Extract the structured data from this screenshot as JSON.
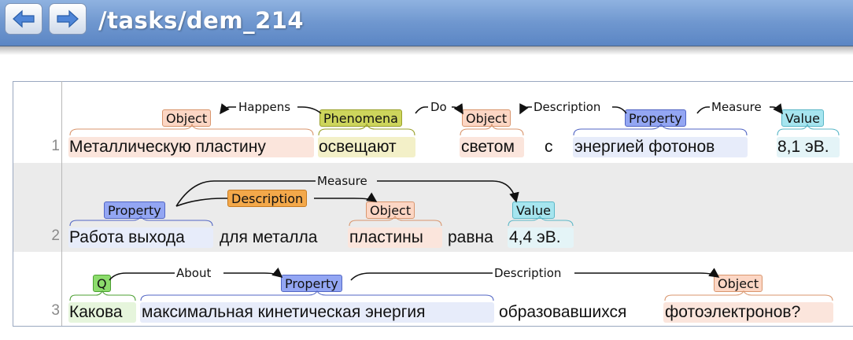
{
  "header": {
    "title": "/tasks/dem_214",
    "back_icon": "back-arrow-icon",
    "forward_icon": "forward-arrow-icon"
  },
  "sentences": [
    {
      "number": "1",
      "tokens": [
        "Металлическую пластину",
        "освещают",
        "светом",
        "с",
        "энергией фотонов",
        "8,1 эВ."
      ],
      "labels": [
        "Object",
        "Phenomena",
        "Object",
        "Property",
        "Value"
      ],
      "relations": [
        "Happens",
        "Do",
        "Description",
        "Measure"
      ]
    },
    {
      "number": "2",
      "tokens": [
        "Работа выхода",
        "для металла",
        "пластины",
        "равна",
        "4,4 эВ."
      ],
      "labels": [
        "Property",
        "Description",
        "Object",
        "Value"
      ],
      "relations": [
        "Measure"
      ]
    },
    {
      "number": "3",
      "tokens": [
        "Какова",
        "максимальная кинетическая энергия",
        "образовавшихся",
        "фотоэлектронов?"
      ],
      "labels": [
        "Q",
        "Property",
        "Object"
      ],
      "relations": [
        "About",
        "Description"
      ]
    }
  ],
  "colors": {
    "header": "#6f97cf",
    "object": "#fcd6c4",
    "phenomena": "#cdd55c",
    "property": "#93a6f3",
    "value": "#a6e5ef",
    "question": "#8cdc6c",
    "description": "#f3a84a"
  }
}
